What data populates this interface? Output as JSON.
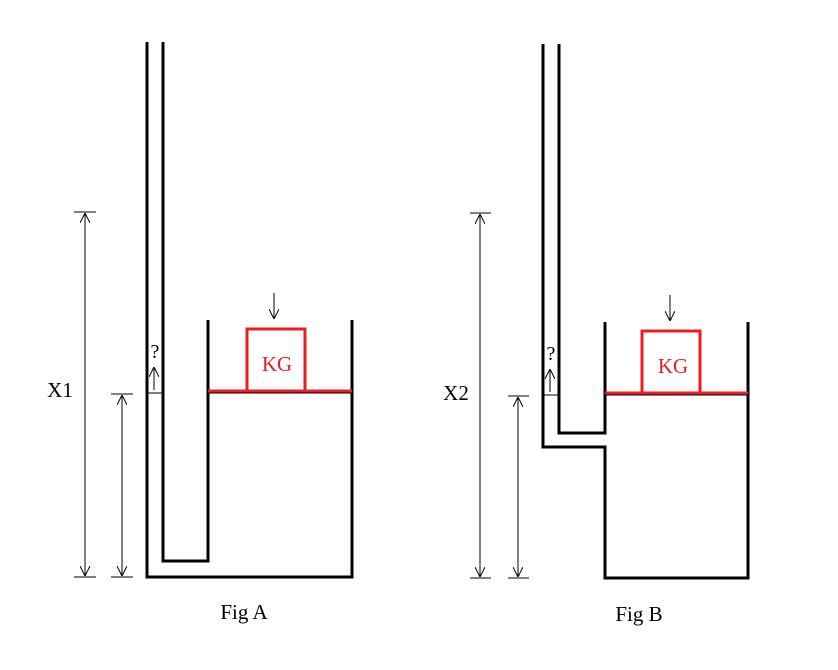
{
  "colors": {
    "line": "#000000",
    "accent": "#ed1c24"
  },
  "fig_a": {
    "caption": "Fig A",
    "dimension_label": "X1",
    "weight_label": "KG",
    "unknown_label": "?"
  },
  "fig_b": {
    "caption": "Fig B",
    "dimension_label": "X2",
    "weight_label": "KG",
    "unknown_label": "?"
  }
}
